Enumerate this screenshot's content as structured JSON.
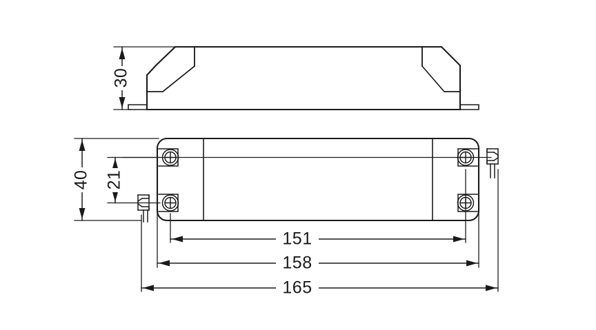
{
  "drawing": {
    "type": "mechanical-dimension-drawing",
    "subject": "LED driver enclosure",
    "units": "mm",
    "background_color": "#ffffff",
    "line_color": "#1a1a1a",
    "views": [
      {
        "id": "side-elevation",
        "name": "Side elevation view",
        "position": "top"
      },
      {
        "id": "plan-view",
        "name": "Plan / top view",
        "position": "bottom"
      }
    ],
    "dimensions": {
      "height": {
        "label": "30",
        "view": "side-elevation",
        "orientation": "vertical",
        "description": "Overall housing height"
      },
      "width_overall": {
        "label": "40",
        "view": "plan-view",
        "orientation": "vertical",
        "description": "Overall housing width"
      },
      "screw_pitch_width": {
        "label": "21",
        "view": "plan-view",
        "orientation": "vertical",
        "description": "Mounting hole spacing across width"
      },
      "length_screw_pitch": {
        "label": "151",
        "view": "plan-view",
        "orientation": "horizontal",
        "description": "Mounting hole spacing along length"
      },
      "length_body": {
        "label": "158",
        "view": "plan-view",
        "orientation": "horizontal",
        "description": "Housing body length"
      },
      "length_overall": {
        "label": "165",
        "view": "plan-view",
        "orientation": "horizontal",
        "description": "Overall length including tabs"
      }
    },
    "features": {
      "screws": [
        {
          "id": "screw-top-left",
          "name": "Phillips screw top left"
        },
        {
          "id": "screw-top-right",
          "name": "Phillips screw top right"
        },
        {
          "id": "screw-bottom-left",
          "name": "Phillips screw bottom left"
        },
        {
          "id": "screw-bottom-right",
          "name": "Phillips screw bottom right"
        }
      ],
      "mounting_tabs": [
        {
          "id": "tab-left",
          "name": "Left mounting tab"
        },
        {
          "id": "tab-right",
          "name": "Right mounting tab"
        }
      ],
      "feet": [
        {
          "id": "foot-left",
          "name": "Left mounting foot"
        },
        {
          "id": "foot-right",
          "name": "Right mounting foot"
        }
      ]
    }
  }
}
